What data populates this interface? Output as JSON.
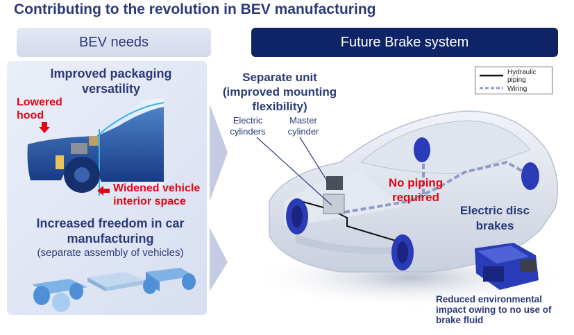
{
  "title": "Contributing to the revolution in BEV manufacturing",
  "left": {
    "header": "BEV needs",
    "packaging_heading": "Improved packaging versatility",
    "lowered_hood": "Lowered hood",
    "widened_interior": "Widened vehicle interior space",
    "freedom_heading": "Increased freedom in car manufacturing",
    "freedom_sub": "(separate assembly of vehicles)"
  },
  "right": {
    "header": "Future Brake system",
    "separate_unit_heading": "Separate unit",
    "separate_unit_sub": "(improved mounting flexibility)",
    "electric_cylinders": "Electric cylinders",
    "master_cylinder": "Master cylinder",
    "no_piping": "No piping required",
    "electric_disc_brakes": "Electric disc brakes",
    "reduced_impact": "Reduced environmental impact owing to no use of brake fluid"
  },
  "legend": {
    "hydraulic": "Hydraulic piping",
    "wiring": "Wiring"
  },
  "colors": {
    "navy": "#2b3a78",
    "dark_navy": "#0e2466",
    "red": "#e30613",
    "brake_blue": "#2a3bb8"
  }
}
